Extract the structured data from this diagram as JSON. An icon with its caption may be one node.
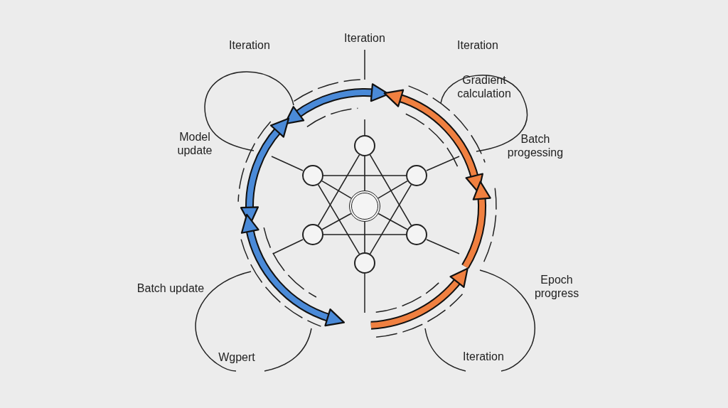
{
  "diagram": {
    "nodes": [
      {
        "text": [],
        "shape": "circle"
      },
      {
        "text": [],
        "shape": "circle"
      },
      {
        "text": [],
        "shape": "circle"
      },
      {
        "text": [],
        "shape": "circle"
      },
      {
        "text": [],
        "shape": "circle"
      },
      {
        "text": [],
        "shape": "circle"
      },
      {
        "text": [],
        "shape": "circle"
      }
    ],
    "edges": [
      {
        "from": 0,
        "to": 3,
        "arrow": "none"
      },
      {
        "from": 1,
        "to": 3,
        "arrow": "none"
      },
      {
        "from": 2,
        "to": 3,
        "arrow": "none"
      },
      {
        "from": 4,
        "to": 3,
        "arrow": "none"
      },
      {
        "from": 5,
        "to": 3,
        "arrow": "none"
      },
      {
        "from": 6,
        "to": 3,
        "arrow": "none"
      },
      {
        "from": 1,
        "to": 2,
        "arrow": "none"
      },
      {
        "from": 4,
        "to": 5,
        "arrow": "none"
      },
      {
        "from": 0,
        "to": 4,
        "arrow": "none"
      },
      {
        "from": 0,
        "to": 5,
        "arrow": "none"
      },
      {
        "from": 6,
        "to": 1,
        "arrow": "none"
      },
      {
        "from": 6,
        "to": 2,
        "arrow": "none"
      }
    ],
    "labels": [
      "Iteration",
      "Iteration",
      "Iteration",
      "Gradient calculation",
      "Model update",
      "Batch progessing",
      "Batch update",
      "Epoch progress",
      "Wgpert",
      "Iteration"
    ]
  }
}
